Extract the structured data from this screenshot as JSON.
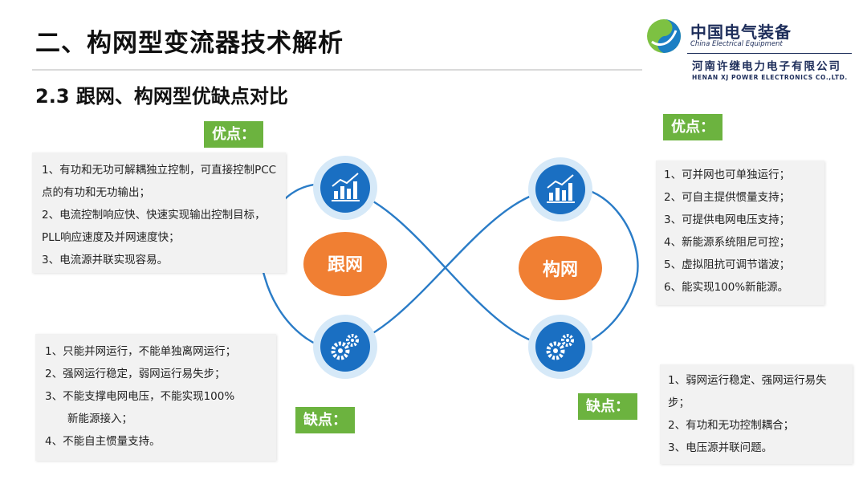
{
  "header": {
    "title": "二、构网型变流器技术解析",
    "subtitle": "2.3  跟网、构网型优缺点对比"
  },
  "logo": {
    "brand_cn": "中国电气装备",
    "brand_en": "China Electrical Equipment",
    "company_cn": "河南许继电力电子有限公司",
    "company_en": "HENAN XJ POWER ELECTRONICS CO.,LTD.",
    "colors": {
      "green": "#7dc142",
      "blue": "#1b7fc4",
      "navy": "#1d2d5a"
    }
  },
  "diagram": {
    "grid_following": "跟网",
    "grid_forming": "构网",
    "icons": [
      "chart-icon",
      "gears-icon"
    ],
    "colors": {
      "orange": "#f07f33",
      "blue": "#1a6fc2",
      "line": "#2a7cc7"
    }
  },
  "grid_following": {
    "advantages_label": "优点：",
    "advantages": [
      "1、有功和无功可解耦独立控制，可直接控制PCC点的有功和无功输出；",
      "2、电流控制响应快、快速实现输出控制目标，PLL响应速度及并网速度快；",
      "3、电流源并联实现容易。"
    ],
    "disadvantages_label": "缺点：",
    "disadvantages": [
      "1、只能并网运行，不能单独离网运行；",
      "2、强网运行稳定，弱网运行易失步；",
      "3、不能支撑电网电压，不能实现100%",
      "新能源接入；",
      "4、不能自主惯量支持。"
    ]
  },
  "grid_forming": {
    "advantages_label": "优点：",
    "advantages": [
      "1、可并网也可单独运行；",
      "2、可自主提供惯量支持；",
      "3、可提供电网电压支持；",
      "4、新能源系统阻尼可控；",
      "5、虚拟阻抗可调节谐波；",
      "6、能实现100%新能源。"
    ],
    "disadvantages_label": "缺点：",
    "disadvantages": [
      "1、弱网运行稳定、强网运行易失步；",
      "2、有功和无功控制耦合；",
      "3、电压源并联问题。"
    ]
  }
}
